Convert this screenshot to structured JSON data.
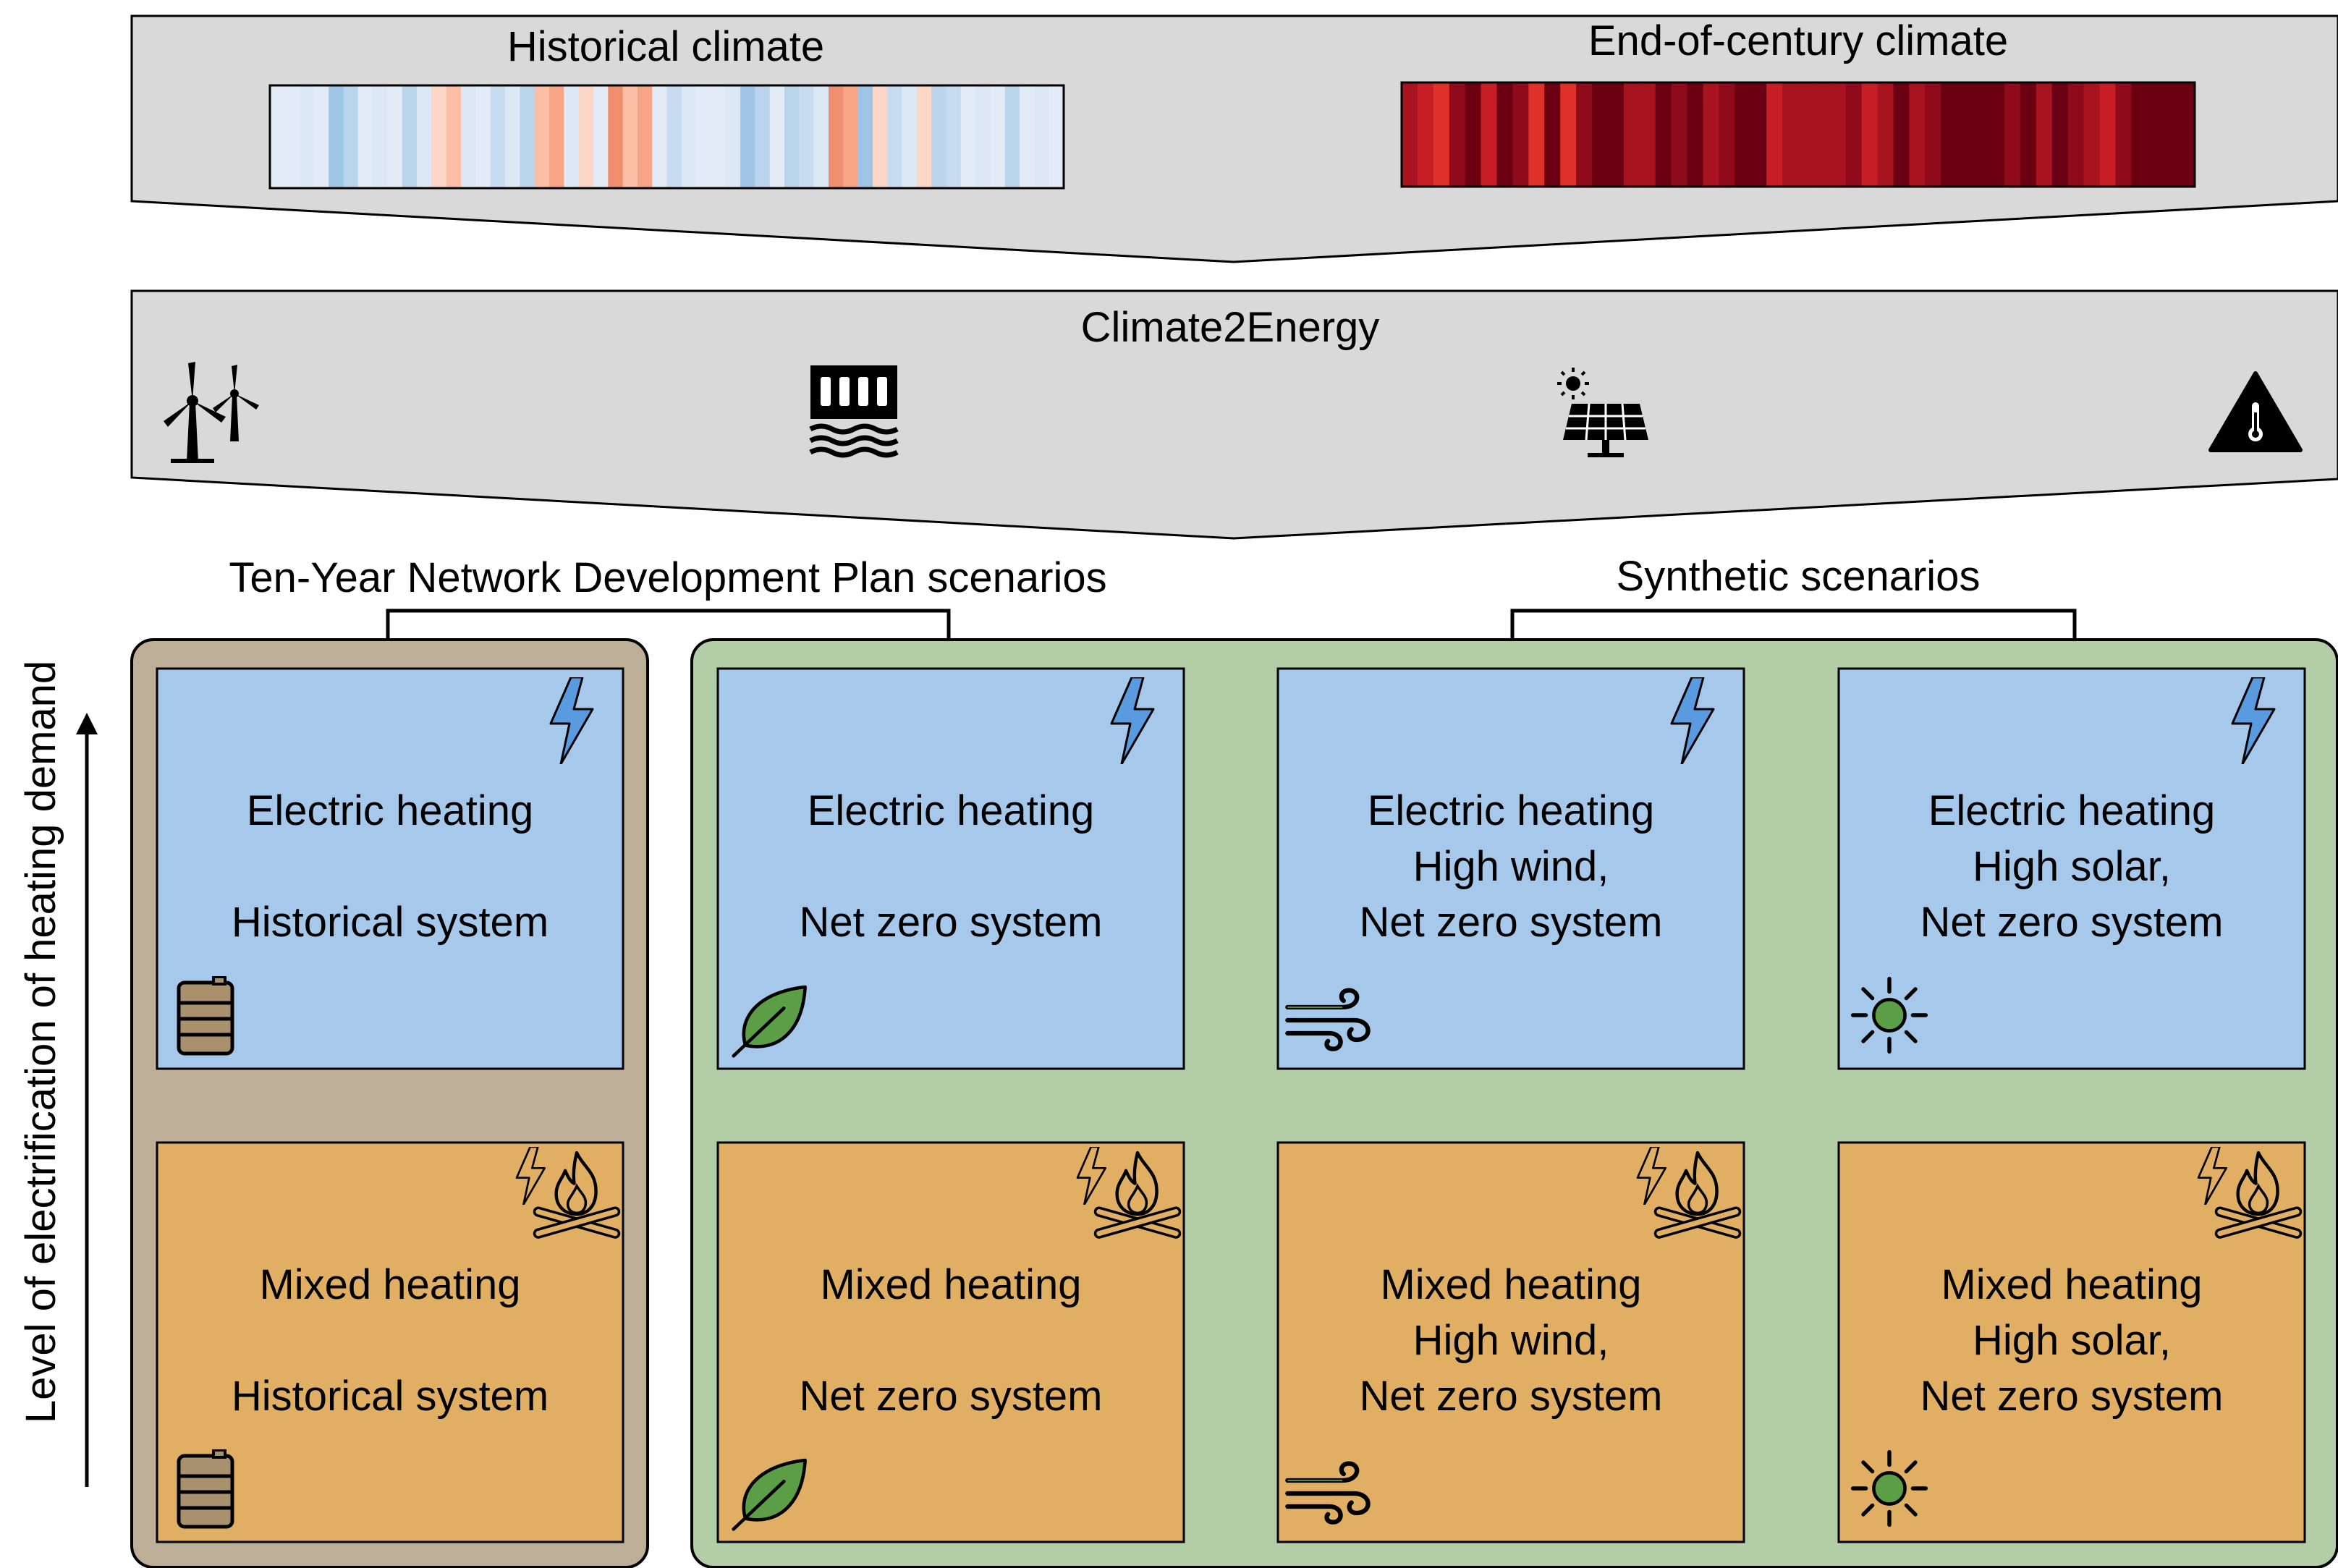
{
  "climate_banner": {
    "historical_title": "Historical climate",
    "future_title": "End-of-century climate",
    "historical_stripe_palette": [
      "#e3ebf6",
      "#dce8f5",
      "#bad4ec",
      "#9fc5e6",
      "#c7dcf0",
      "#fcd7c8",
      "#fbbfa6",
      "#f8a587",
      "#f08e70"
    ],
    "future_stripe_palette": [
      "#6a0011",
      "#8f0a1a",
      "#a81320",
      "#c71d24",
      "#e03128"
    ]
  },
  "climate2energy_banner": {
    "title": "Climate2Energy",
    "icons": [
      "wind-turbines-icon",
      "hydro-dam-icon",
      "solar-panel-icon",
      "temperature-warning-icon"
    ]
  },
  "group_labels": {
    "tyndp": "Ten-Year Network Development Plan scenarios",
    "synthetic": "Synthetic scenarios"
  },
  "axis": {
    "label": "Level of electrification of heating demand"
  },
  "colors": {
    "banner_fill": "#d9d9d9",
    "historical_group_fill": "#bdae97",
    "net_zero_group_fill": "#b3cda7",
    "electric_card_fill": "#a6c8ea",
    "mixed_card_fill": "#e1af64",
    "bolt_fill": "#5a9be0",
    "leaf_fill": "#5b9e45",
    "barrel_fill": "#a9916e"
  },
  "scenarios": {
    "electric": [
      {
        "lines": [
          "Electric heating",
          "",
          "Historical system"
        ],
        "corner_icon": "oil-barrel-icon"
      },
      {
        "lines": [
          "Electric heating",
          "",
          "Net zero system"
        ],
        "corner_icon": "leaf-icon"
      },
      {
        "lines": [
          "Electric heating",
          "High wind,",
          "Net zero system"
        ],
        "corner_icon": "wind-icon"
      },
      {
        "lines": [
          "Electric heating",
          "High solar,",
          "Net zero system"
        ],
        "corner_icon": "sun-icon"
      }
    ],
    "mixed": [
      {
        "lines": [
          "Mixed heating",
          "",
          "Historical system"
        ],
        "corner_icon": "oil-barrel-icon"
      },
      {
        "lines": [
          "Mixed heating",
          "",
          "Net zero system"
        ],
        "corner_icon": "leaf-icon"
      },
      {
        "lines": [
          "Mixed heating",
          "High wind,",
          "Net zero system"
        ],
        "corner_icon": "wind-icon"
      },
      {
        "lines": [
          "Mixed heating",
          "High solar,",
          "Net zero system"
        ],
        "corner_icon": "sun-icon"
      }
    ]
  }
}
